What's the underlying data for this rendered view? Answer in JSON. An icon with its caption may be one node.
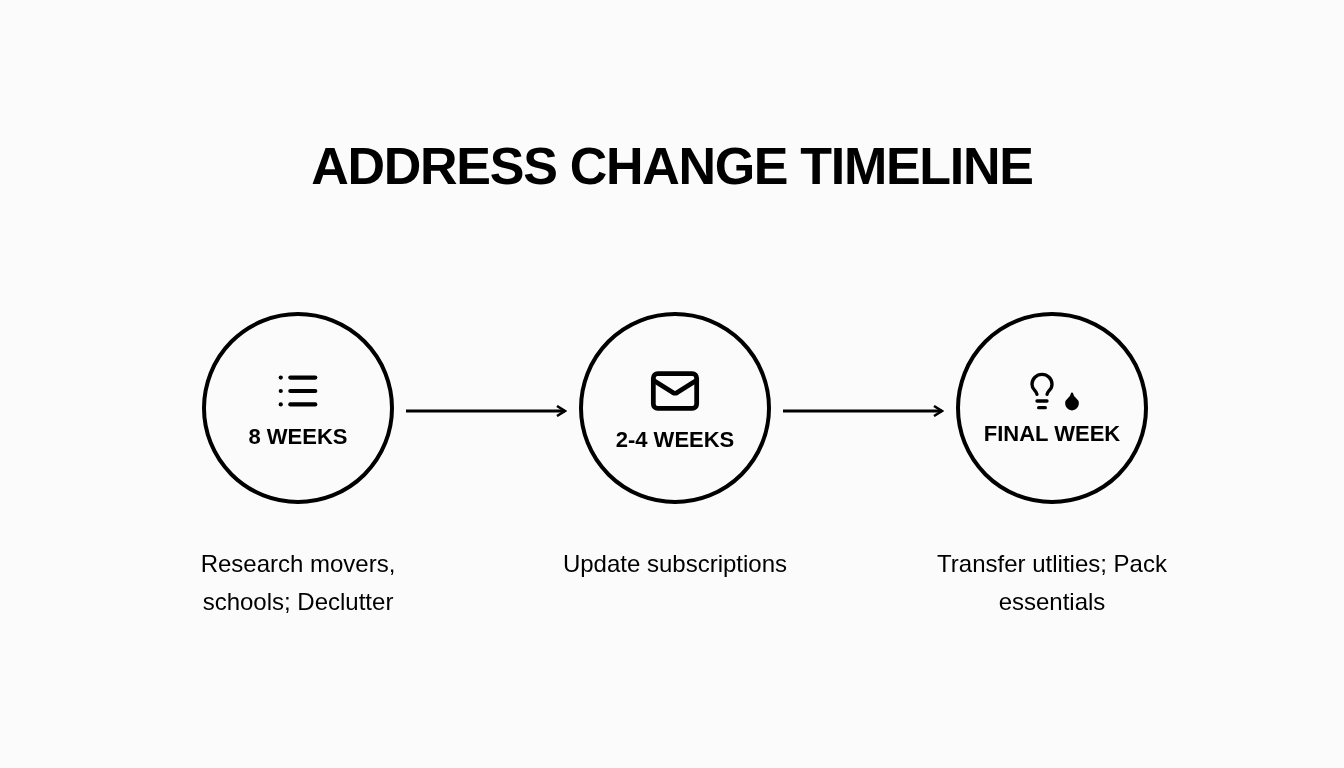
{
  "diagram": {
    "title": "ADDRESS CHANGE TIMELINE",
    "nodes": [
      {
        "text": [
          "8 WEEKS"
        ],
        "beside": [
          "Research movers, schools; Declutter"
        ]
      },
      {
        "text": [
          "2-4 WEEKS"
        ],
        "beside": [
          "Update subscriptions"
        ]
      },
      {
        "text": [
          "FINAL WEEK"
        ],
        "beside": [
          "Transfer utlities; Pack essentials"
        ]
      }
    ],
    "edges": [
      {
        "from": 0,
        "to": 1,
        "arrow": "to"
      },
      {
        "from": 1,
        "to": 2,
        "arrow": "to"
      }
    ]
  }
}
